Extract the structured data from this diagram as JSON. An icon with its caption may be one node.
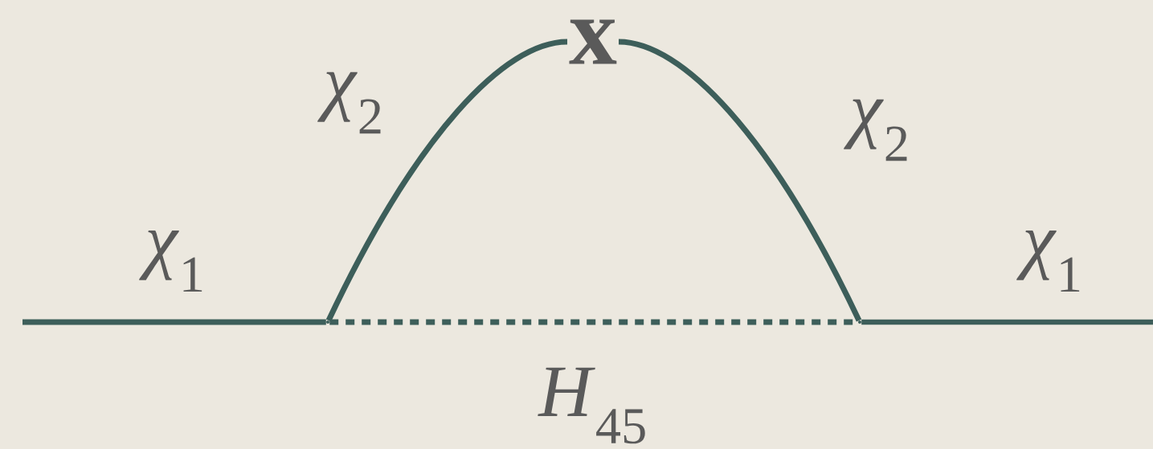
{
  "diagram": {
    "nodes": [
      {
        "text": [],
        "shape": "dot"
      },
      {
        "text": [
          "x"
        ]
      },
      {
        "text": [],
        "shape": "dot"
      }
    ],
    "edges": [
      {
        "from": null,
        "to": 0,
        "arrow": "none",
        "label": "*χ*$_{1}$"
      },
      {
        "from": 0,
        "to": 1,
        "arrow": "none",
        "label": "*χ*$_{2}$"
      },
      {
        "from": 1,
        "to": 2,
        "arrow": "none",
        "label": "*χ*$_{2}$"
      },
      {
        "from": 2,
        "to": null,
        "arrow": "none",
        "label": "*χ*$_{1}$"
      },
      {
        "from": 0,
        "to": 2,
        "arrow": "none",
        "style": "dashed",
        "label": "*H*$_{45}$"
      }
    ]
  }
}
